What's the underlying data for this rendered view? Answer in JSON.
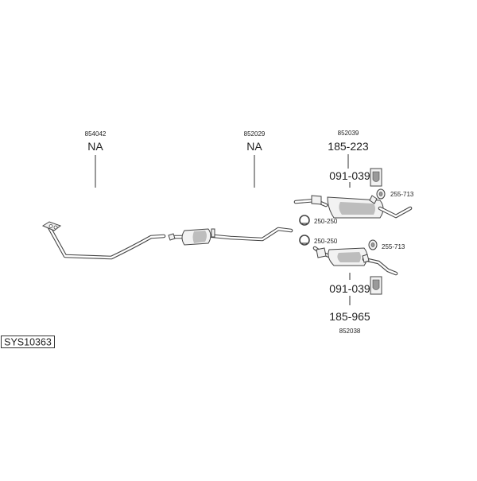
{
  "sets": {
    "code": "SYS10363"
  },
  "parts": {
    "front_pipe": {
      "number": "854042",
      "label": "NA"
    },
    "middle_silencer": {
      "number": "852029",
      "label": "NA"
    },
    "rear_silencer_top": {
      "number": "852039",
      "label": "185-223",
      "mount": "091-039",
      "clamp": "250-250",
      "hanger": "255-713"
    },
    "rear_silencer_bottom": {
      "number": "852038",
      "label": "185-965",
      "mount": "091-039",
      "clamp": "250-250",
      "hanger": "255-713"
    }
  }
}
